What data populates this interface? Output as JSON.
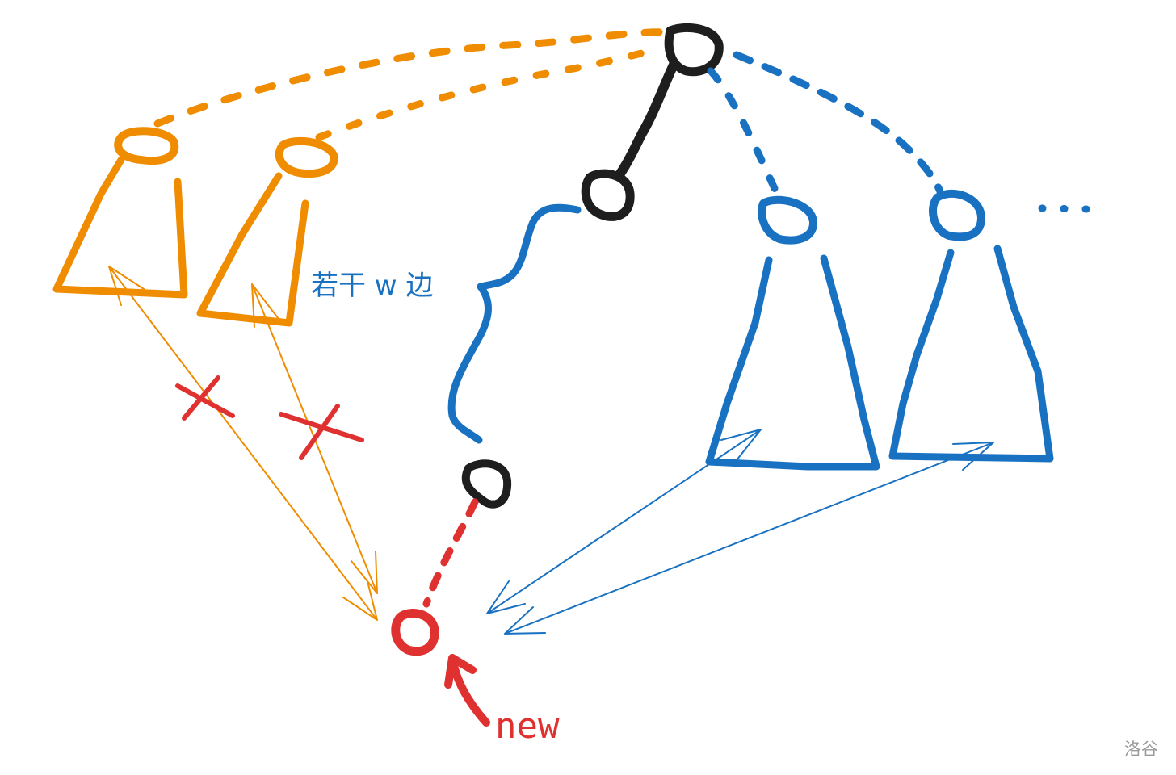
{
  "labels": {
    "edge_label": "若干 w 边",
    "new_label": "new",
    "watermark": "洛谷"
  },
  "colors": {
    "orange": "#f08c00",
    "blue": "#1971c2",
    "black": "#1e1e1e",
    "red": "#e03131"
  }
}
